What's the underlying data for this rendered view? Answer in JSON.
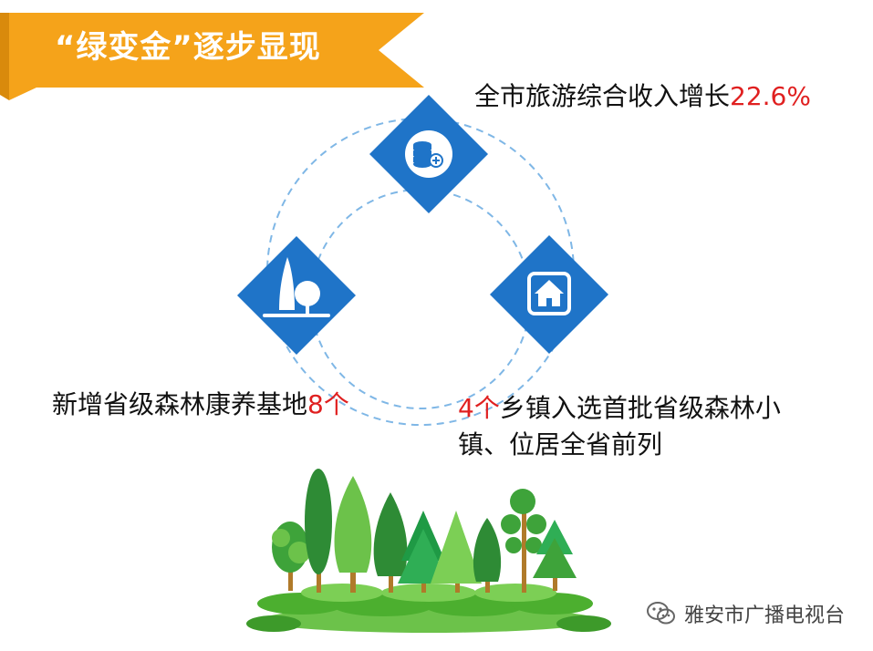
{
  "header": {
    "title": "“绿变金”逐步显现"
  },
  "highlights": {
    "tourism": {
      "text": "全市旅游综合收入增长",
      "value": "22.6%"
    },
    "forest_bases": {
      "text": "新增省级森林康养基地",
      "value": "8个"
    },
    "forest_towns": {
      "value": "4个",
      "text_line1": "乡镇入选首批省级森林小",
      "text_line2": "镇、位居全省前列"
    }
  },
  "icons": [
    "coins-add-icon",
    "tree-icon",
    "home-icon",
    "wechat-icon"
  ],
  "colors": {
    "banner": "#f5a31a",
    "diamond": "#1f74c8",
    "highlight_red": "#e02020",
    "dashed_circle": "#7fb7e6"
  },
  "watermark": {
    "text": "雅安市广播电视台"
  }
}
